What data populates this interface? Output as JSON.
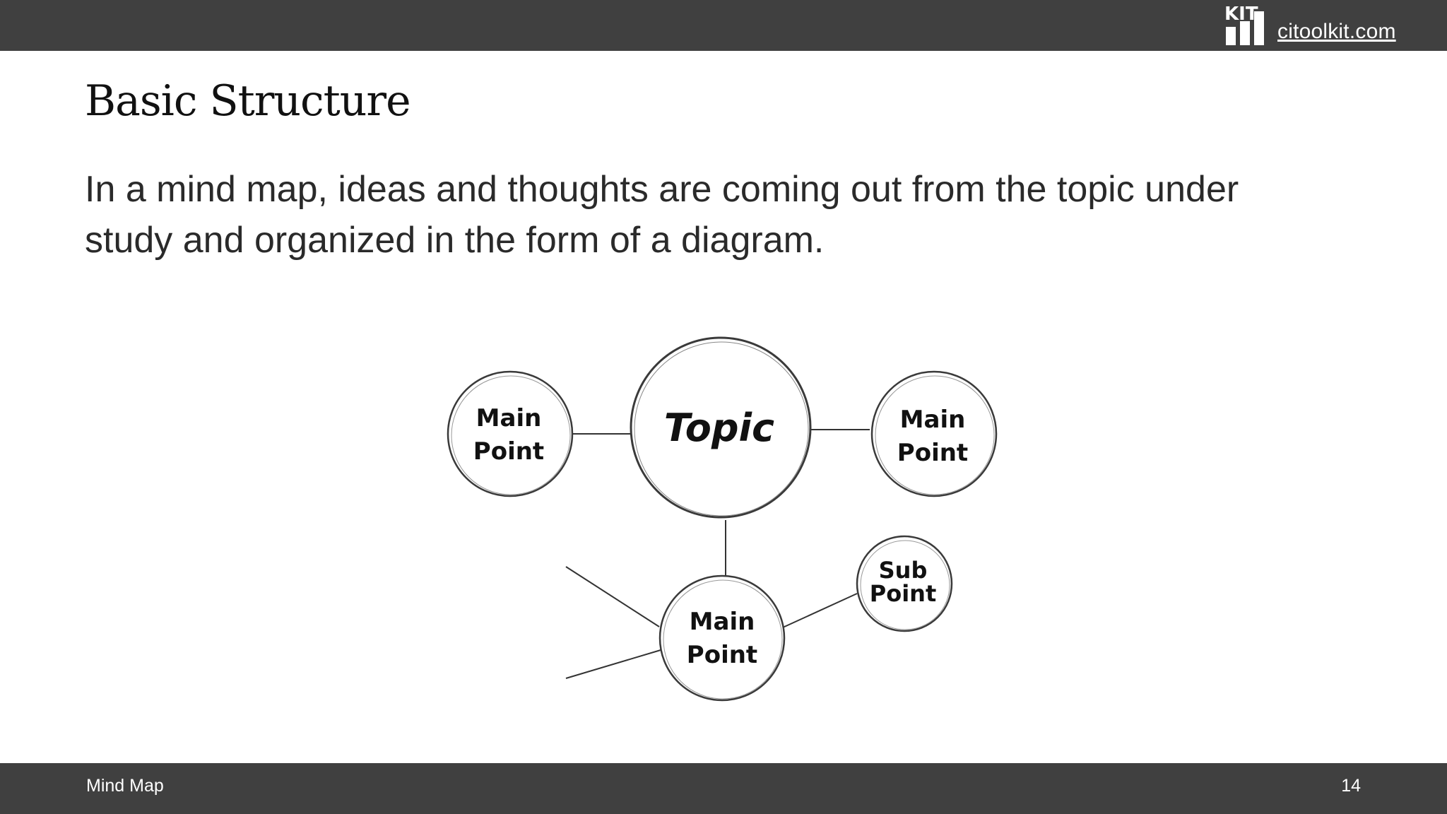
{
  "header": {
    "logo_text": "KIT",
    "site_link": "citoolkit.com"
  },
  "slide": {
    "title": "Basic Structure",
    "body_line1": "In a mind map, ideas and thoughts are coming out from the topic under",
    "body_line2": "study and organized in the form of a diagram."
  },
  "diagram": {
    "topic": "Topic",
    "main_point_left": [
      "Main",
      "Point"
    ],
    "main_point_right": [
      "Main",
      "Point"
    ],
    "main_point_bottom": [
      "Main",
      "Point"
    ],
    "sub_point": [
      "Sub",
      "Point"
    ]
  },
  "footer": {
    "label": "Mind Map",
    "page_number": "14"
  },
  "colors": {
    "bar": "#404040",
    "text": "#2a2a2a"
  }
}
